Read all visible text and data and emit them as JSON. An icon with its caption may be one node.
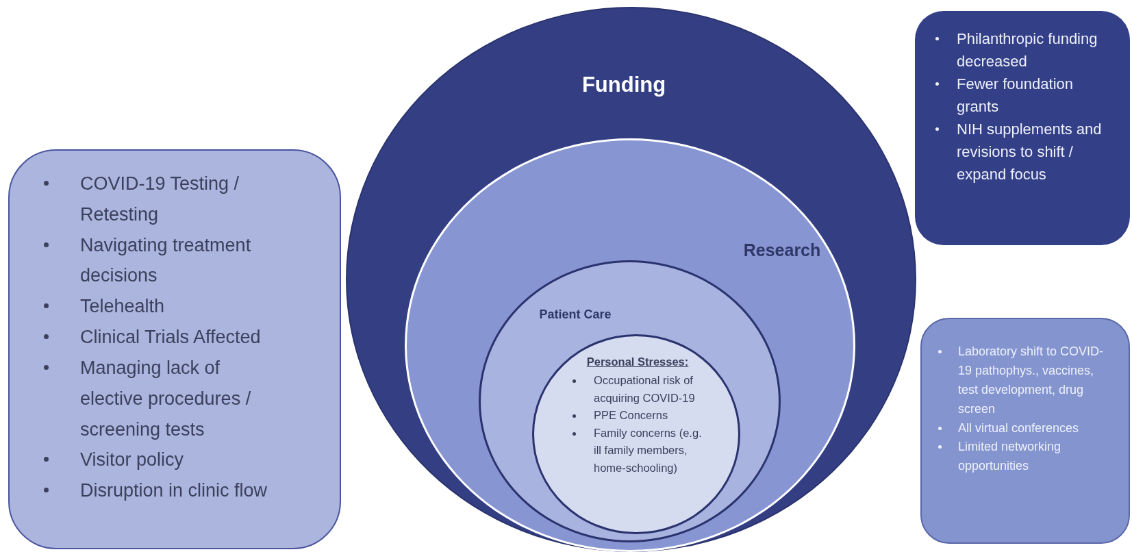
{
  "diagram": {
    "nodes": [
      {
        "text": [
          "Funding"
        ]
      },
      {
        "text": [
          "Research"
        ],
        "in": 0
      },
      {
        "text": [
          "Patient Care"
        ],
        "in": 1
      },
      {
        "text": [
          "Personal Stresses:",
          "Occupational risk of acquiring COVID-19",
          "PPE Concerns",
          "Family concerns (e.g. ill family members, home-schooling)"
        ],
        "in": 2
      },
      {
        "text": [
          "COVID-19 Testing / Retesting",
          "Navigating treatment decisions",
          "Telehealth",
          "Clinical Trials Affected",
          "Managing lack of elective procedures / screening tests",
          "Visitor policy",
          "Disruption in clinic flow"
        ]
      },
      {
        "text": [
          "Philanthropic funding decreased",
          "Fewer foundation grants",
          "NIH supplements and revisions to shift / expand focus"
        ]
      },
      {
        "text": [
          "Laboratory shift to COVID-19 pathophys., vaccines, test development, drug screen",
          "All virtual conferences",
          "Limited networking opportunities"
        ]
      }
    ]
  }
}
